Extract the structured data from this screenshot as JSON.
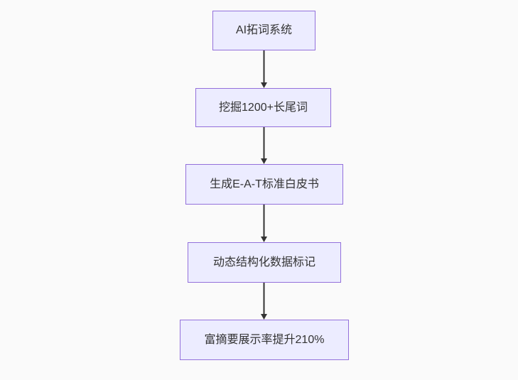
{
  "diagram": {
    "type": "flowchart",
    "direction": "top-down",
    "nodes": [
      {
        "id": "step-1",
        "label": "AI拓词系统"
      },
      {
        "id": "step-2",
        "label": "挖掘1200+长尾词"
      },
      {
        "id": "step-3",
        "label": "生成E-A-T标准白皮书"
      },
      {
        "id": "step-4",
        "label": "动态结构化数据标记"
      },
      {
        "id": "step-5",
        "label": "富摘要展示率提升210%"
      }
    ],
    "edges": [
      {
        "from": "step-1",
        "to": "step-2",
        "style": "arrow-down"
      },
      {
        "from": "step-2",
        "to": "step-3",
        "style": "arrow-down"
      },
      {
        "from": "step-3",
        "to": "step-4",
        "style": "arrow-down"
      },
      {
        "from": "step-4",
        "to": "step-5",
        "style": "arrow-down"
      }
    ],
    "colors": {
      "node_fill": "#ECECFF",
      "node_border": "#9370DB",
      "node_text": "#333333",
      "edge_stroke": "#333333",
      "background": "#fafafa"
    }
  }
}
